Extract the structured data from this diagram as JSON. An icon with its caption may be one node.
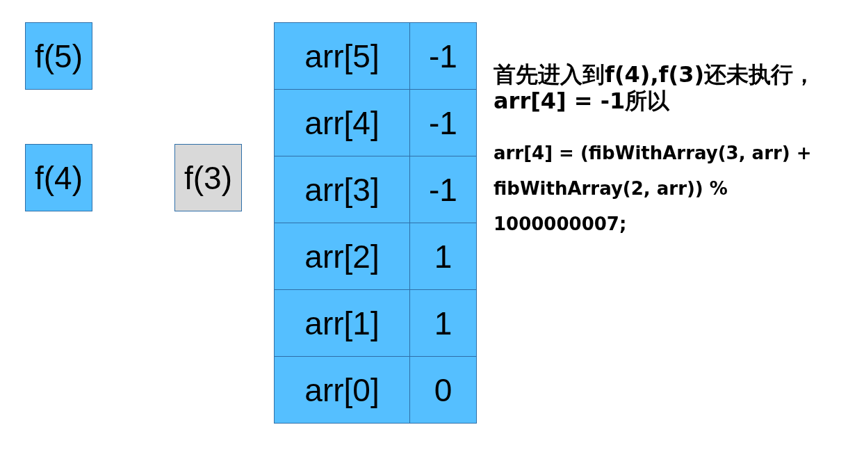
{
  "diagram": {
    "nodes": [
      {
        "text": [
          "f(5)"
        ]
      },
      {
        "text": [
          "f(4)"
        ]
      },
      {
        "text": [
          "f(3)"
        ]
      }
    ],
    "labels": [
      "arr[5]",
      "-1",
      "arr[4]",
      "-1",
      "arr[3]",
      "-1",
      "arr[2]",
      "1",
      "arr[1]",
      "1",
      "arr[0]",
      "0",
      "首先进入到f(4),f(3)还未执行，arr[4] = -1所以",
      "arr[4] = (fibWithArray(3, arr) + fibWithArray(2, arr)) % 1000000007;"
    ]
  }
}
